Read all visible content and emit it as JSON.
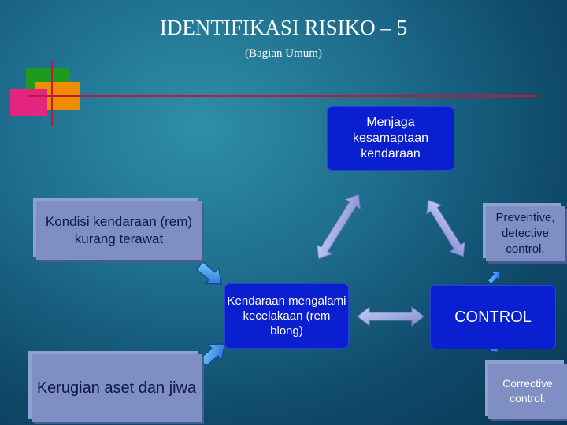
{
  "title": "IDENTIFIKASI RISIKO – 5",
  "subtitle": "(Bagian Umum)",
  "boxes": {
    "menjaga": "Menjaga kesamaptaan kendaraan",
    "kecelakaan": "Kendaraan mengalami kecelakaan (rem blong)",
    "control": "CONTROL",
    "kondisi": "Kondisi kendaraan (rem) kurang terawat",
    "kerugian": "Kerugian aset dan jiwa",
    "preventive": "Preventive, detective control.",
    "corrective": "Corrective control."
  },
  "colors": {
    "background": "#1f6f8f",
    "dark_box": "#0a1fd0",
    "gray_box": "#7f8fc4",
    "arrow": "#9aa8e0",
    "accent_line": "#c0183c"
  }
}
